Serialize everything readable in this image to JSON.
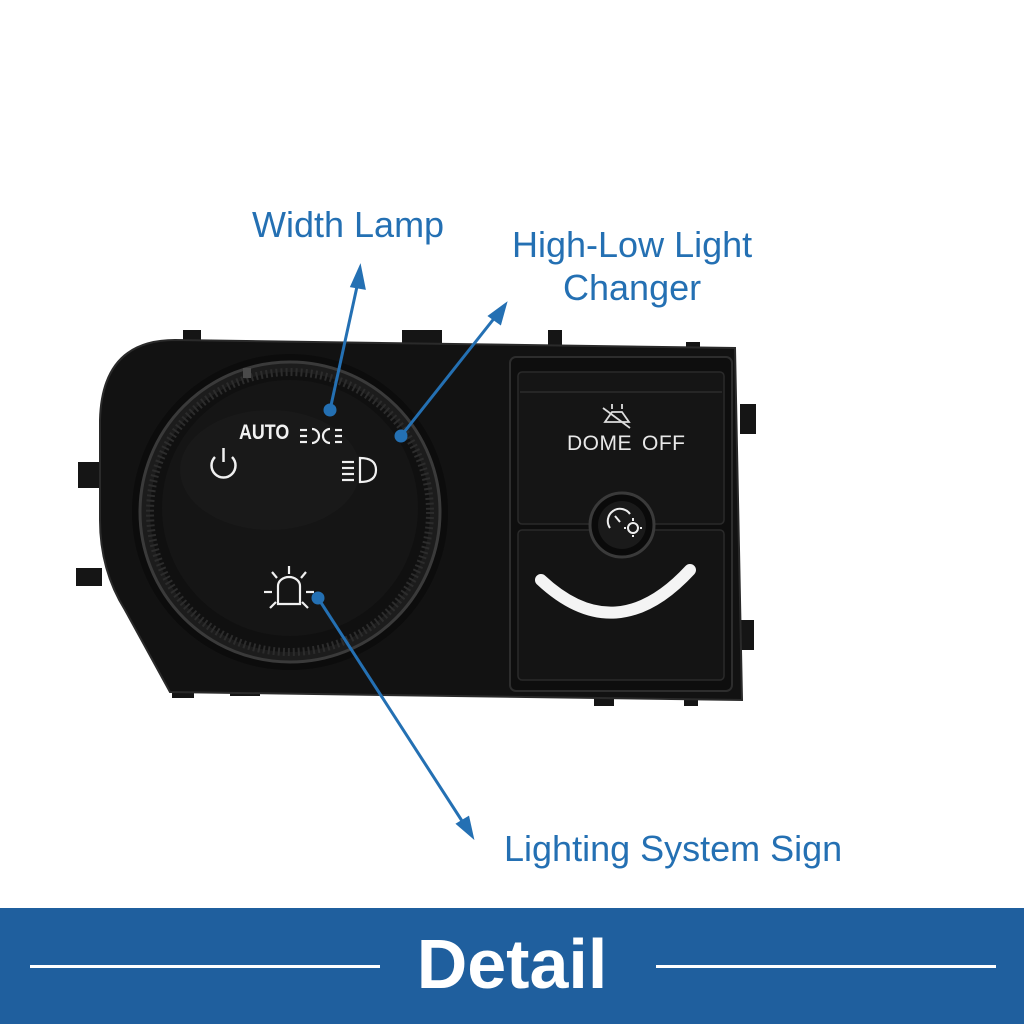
{
  "callouts": {
    "width_lamp": "Width Lamp",
    "high_low_line1": "High-Low Light",
    "high_low_line2": "Changer",
    "lighting_sign": "Lighting System Sign"
  },
  "switch": {
    "auto_label": "AUTO",
    "dome_label": "DOME",
    "off_label": "OFF"
  },
  "banner": {
    "title": "Detail"
  },
  "colors": {
    "accent_blue": "#2470b3",
    "banner_blue": "#1f5f9e",
    "housing_black": "#111111"
  },
  "icons": {
    "power": "power-icon",
    "parking_lamp": "parking-lamp-icon",
    "headlamp": "headlamp-icon",
    "lighting_system": "exterior-lamp-icon",
    "dome_off": "dome-off-icon",
    "dimmer": "dimmer-icon"
  }
}
